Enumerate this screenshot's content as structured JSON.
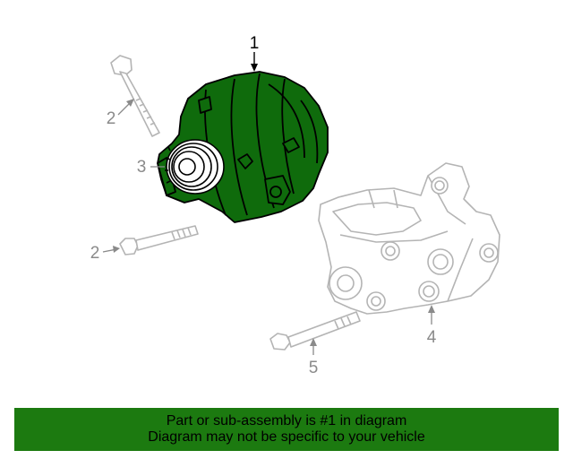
{
  "callouts": {
    "alternator": "1",
    "bolt_upper": "2",
    "bolt_lower": "2",
    "pulley": "3",
    "bracket": "4",
    "bracket_bolt": "5"
  },
  "banner": {
    "line1": "Part or sub-assembly is #1 in diagram",
    "line2": "Diagram may not be specific to your vehicle"
  },
  "colors": {
    "highlight_part": "#0f6b0c",
    "banner_background": "#1c7a10",
    "outline_gray": "#b4b4b4",
    "callout_gray": "#8a8a8a"
  }
}
